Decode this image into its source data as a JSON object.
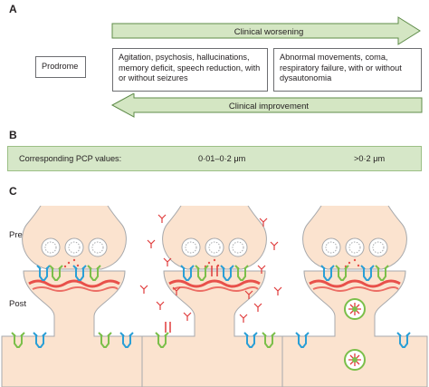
{
  "panelA": {
    "letter": "A",
    "worsening_label": "Clinical worsening",
    "improvement_label": "Clinical improvement",
    "prodrome": "Prodrome",
    "stage1": "Agitation, psychosis, hallucinations, memory deficit, speech reduction, with or without seizures",
    "stage2": "Abnormal movements, coma, respiratory failure, with or without dysautonomia"
  },
  "panelB": {
    "letter": "B",
    "row_label": "Corresponding PCP values:",
    "value1": "0·01–0·2 μm",
    "value2": ">0·2 μm"
  },
  "panelC": {
    "letter": "C",
    "pre_label": "Pre",
    "post_label": "Post"
  },
  "colors": {
    "arrow_fill": "#d4e6c3",
    "arrow_stroke": "#5f8c4a",
    "neuron_fill": "#fbe3cf",
    "neuron_stroke": "#a7a9ac",
    "vesicle_fill": "#ffffff",
    "receptor_blue": "#2a9fd6",
    "receptor_green": "#7bbf4a",
    "scaffold_red": "#e8504a",
    "antibody_red": "#e03b3b"
  }
}
